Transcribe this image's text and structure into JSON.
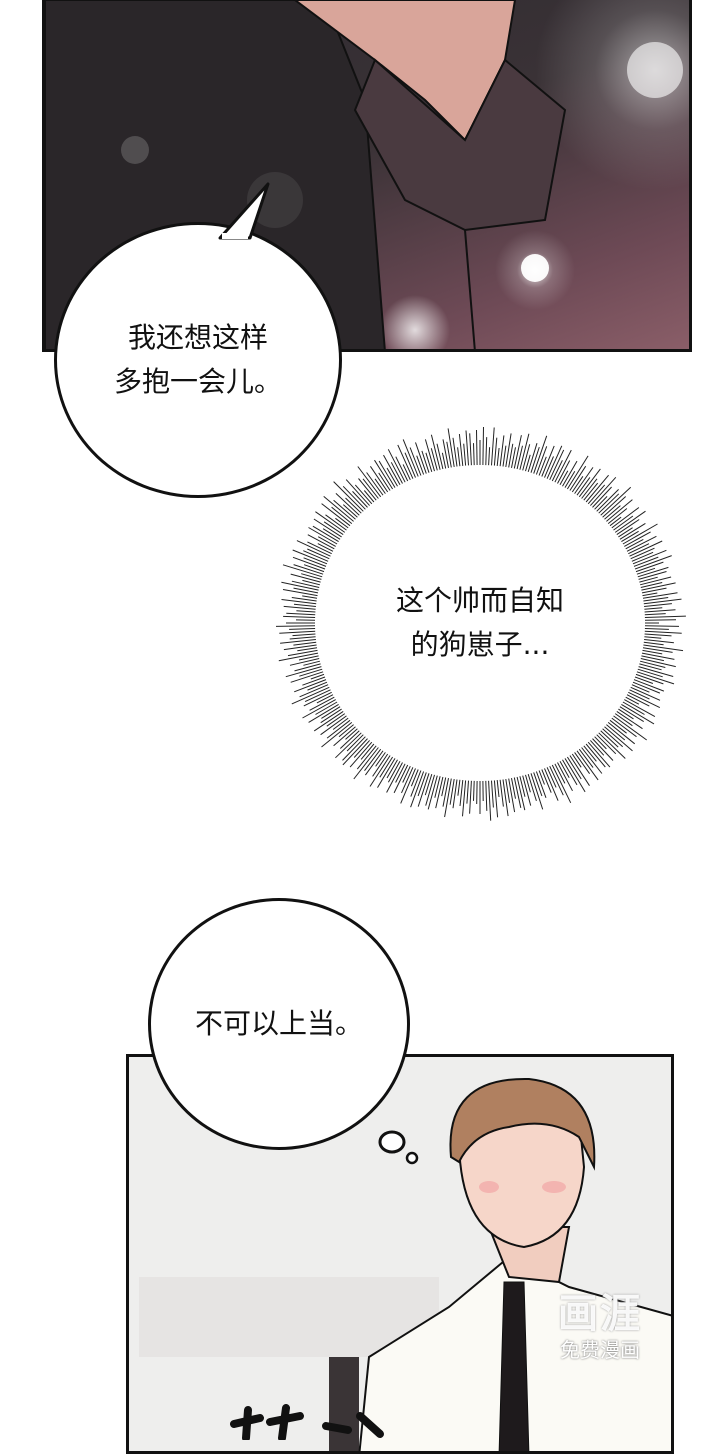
{
  "bubbles": {
    "top_left": {
      "line1": "我还想这样",
      "line2": "多抱一会儿。"
    },
    "thought": {
      "line1": "这个帅而自知",
      "line2": "的狗崽子..."
    },
    "bottom": {
      "line1": "不可以上当。"
    }
  },
  "watermark": {
    "logo": "画涯",
    "sub": "免费漫画"
  },
  "colors": {
    "ink": "#111111",
    "panel_top_tone": "#3a3236",
    "bokeh": "#ffffff",
    "shirt": "#fbfaf5",
    "hair": "#b08060"
  }
}
